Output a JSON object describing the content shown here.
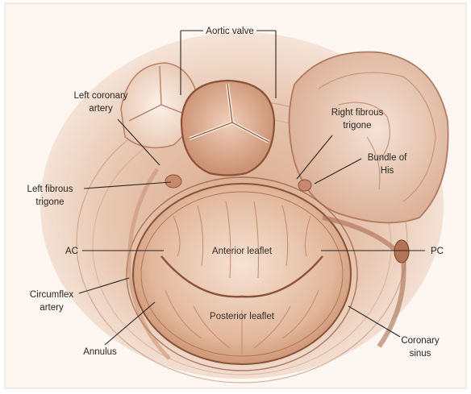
{
  "labels": {
    "aortic_valve": "Aortic valve",
    "left_coronary_artery": [
      "Left coronary",
      "artery"
    ],
    "right_fibrous_trigone": [
      "Right fibrous",
      "trigone"
    ],
    "bundle_of_his": [
      "Bundle of",
      "His"
    ],
    "left_fibrous_trigone": [
      "Left fibrous",
      "trigone"
    ],
    "ac": "AC",
    "anterior_leaflet": "Anterior leaflet",
    "pc": "PC",
    "circumflex_artery": [
      "Circumflex",
      "artery"
    ],
    "posterior_leaflet": "Posterior leaflet",
    "annulus": "Annulus",
    "coronary_sinus": [
      "Coronary",
      "sinus"
    ]
  },
  "colors": {
    "background": "#ffffff",
    "tissue_light": "#f3ded0",
    "tissue_mid": "#dcae92",
    "tissue_dark": "#b67a5c",
    "outline": "#8a5238"
  }
}
